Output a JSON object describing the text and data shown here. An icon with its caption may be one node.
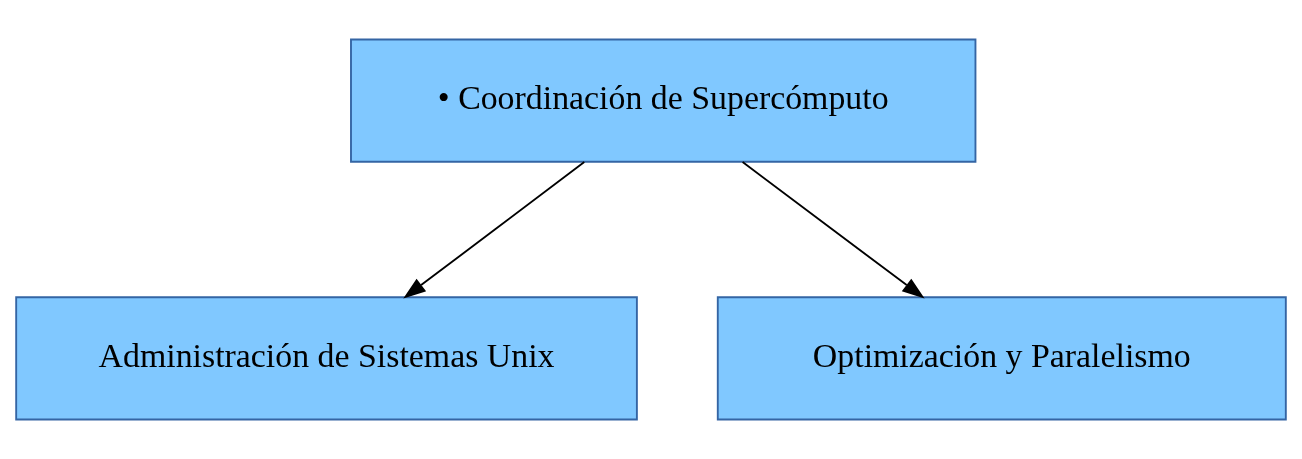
{
  "diagram": {
    "nodes": [
      {
        "text": [
          "• Coordinación de Supercómputo"
        ]
      },
      {
        "text": [
          "Administración de Sistemas Unix"
        ]
      },
      {
        "text": [
          "Optimización y Paralelismo"
        ]
      }
    ],
    "edges": [
      {
        "from": 0,
        "to": 1,
        "arrow": "to"
      },
      {
        "from": 0,
        "to": 2,
        "arrow": "to"
      }
    ]
  }
}
